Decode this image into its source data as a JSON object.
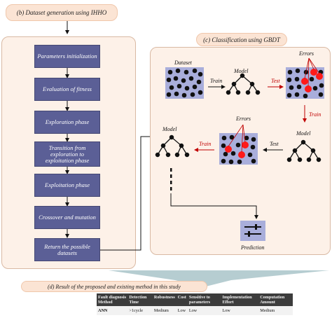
{
  "panel_b": {
    "title": "(b) Dataset generation using IHHO",
    "steps": [
      "Parameters initialization",
      "Evaluation of fitness",
      "Exploration phase",
      "Transition from exploration to exploitation phase",
      "Exploitation phase",
      "Crossover and mutation",
      "Return the possible datasets"
    ]
  },
  "panel_c": {
    "title": "(c) Classification using GBDT",
    "labels": {
      "dataset": "Dataset",
      "model_1": "Model",
      "errors_1": "Errors",
      "model_2": "Model",
      "errors_2": "Errors",
      "model_3": "Model",
      "prediction": "Prediction"
    },
    "arrows": {
      "train_1": "Train",
      "test_1": "Test",
      "train_2": "Train",
      "test_2": "Test",
      "train_3": "Train"
    }
  },
  "panel_d": {
    "title": "(d) Result of the proposed and existing method in this study",
    "table": {
      "headers": [
        "Fault diagnosis Method",
        "Detection Time",
        "Robustness",
        "Cost",
        "Sensitive to parameters",
        "Implementation Effort",
        "Computation Amount"
      ],
      "rows": [
        [
          "ANN",
          ">1cycle",
          "Medium",
          "Low",
          "Low",
          "Low",
          "Medium"
        ]
      ]
    }
  },
  "colors": {
    "step_box": "#5b5f96",
    "panel_bg": "#fdf1e8",
    "title_bg": "#fbe4d4",
    "data_box": "#a9aedb",
    "error_dot": "#ff1a1a",
    "arrow_red": "#c00000",
    "table_header": "#3c3c3c"
  }
}
